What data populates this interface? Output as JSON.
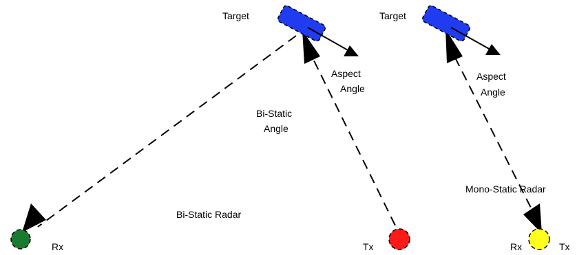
{
  "bistatic": {
    "caption": "Bi-Static Radar",
    "target_label": "Target",
    "aspect_label_line1": "Aspect",
    "aspect_label_line2": "Angle",
    "bistatic_angle_line1": "Bi-Static",
    "bistatic_angle_line2": "Angle",
    "rx_label": "Rx",
    "tx_label": "Tx"
  },
  "monostatic": {
    "caption": "Mono-Static Radar",
    "target_label": "Target",
    "aspect_label_line1": "Aspect",
    "aspect_label_line2": "Angle",
    "rx_label": "Rx",
    "tx_label": "Tx"
  },
  "colors": {
    "target": "#1f3cf0",
    "rx_bistatic": "#1a7a2e",
    "tx_bistatic": "#ff1a1a",
    "monostatic_station": "#ffff1a",
    "line": "#000000"
  }
}
